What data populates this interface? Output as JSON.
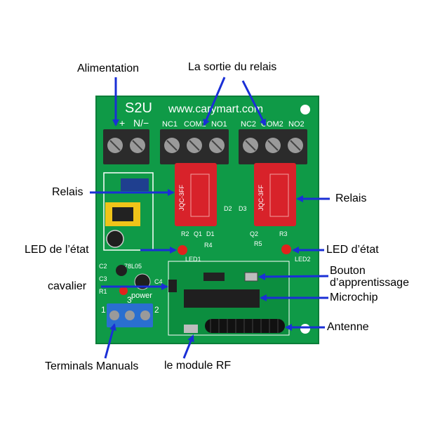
{
  "board": {
    "model": "S2U",
    "website": "www.carymart.com",
    "power_terminal_labels": [
      "+",
      "N/−"
    ],
    "relay1_terminal_labels": [
      "NC1",
      "COM1",
      "NO1"
    ],
    "relay2_terminal_labels": [
      "NC2",
      "COM2",
      "NO2"
    ],
    "relay_marking": "JQC-3FF",
    "led1_label": "LED1",
    "led2_label": "LED2",
    "regulator_label": "78L05",
    "power_label": "power",
    "manual_terminal_numbers": [
      "1",
      "3",
      "2"
    ],
    "silkscreen_labels": [
      "R2",
      "Q1",
      "D1",
      "D2",
      "D3",
      "R4",
      "R5",
      "Q2",
      "R3",
      "C2",
      "C3",
      "R1",
      "C4"
    ]
  },
  "callouts": {
    "alimentation": "Alimentation",
    "sortie_relais": "La sortie du relais",
    "relais_left": "Relais",
    "relais_right": "Relais",
    "led_left": "LED de l’état",
    "led_right": "LED d’état",
    "bouton_line1": "Bouton",
    "bouton_line2": "d’apprentissage",
    "cavalier": "cavalier",
    "microchip": "Microchip",
    "antenne": "Antenne",
    "terminals_manuals": "Terminals Manuals",
    "module_rf": "le module RF"
  },
  "colors": {
    "pcb": "#0f9a47",
    "arrow": "#1a2fd6",
    "terminal_black": "#2b2b2b",
    "relay_red": "#d8222a",
    "terminal_blue": "#2a6fd0",
    "led_red": "#e0231c"
  }
}
